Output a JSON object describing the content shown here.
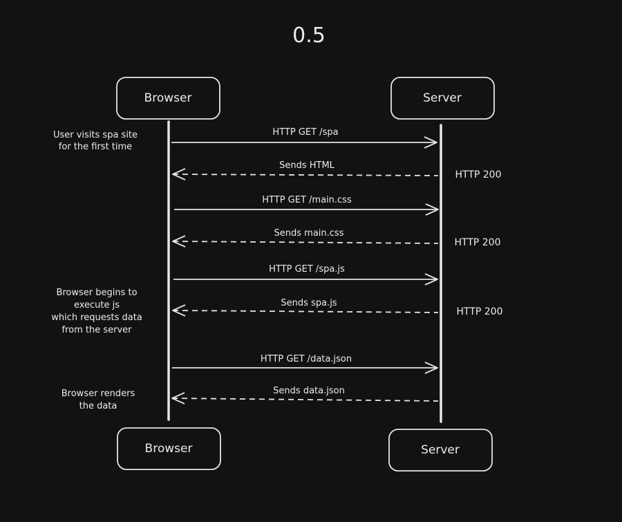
{
  "title": "0.5",
  "participants": {
    "browser": "Browser",
    "server": "Server"
  },
  "messages": [
    {
      "label": "HTTP GET /spa",
      "from": "browser",
      "to": "server",
      "dashed": false
    },
    {
      "label": "Sends HTML",
      "from": "server",
      "to": "browser",
      "dashed": true,
      "status": "HTTP 200"
    },
    {
      "label": "HTTP GET /main.css",
      "from": "browser",
      "to": "server",
      "dashed": false
    },
    {
      "label": "Sends main.css",
      "from": "server",
      "to": "browser",
      "dashed": true,
      "status": "HTTP 200"
    },
    {
      "label": "HTTP GET /spa.js",
      "from": "browser",
      "to": "server",
      "dashed": false
    },
    {
      "label": "Sends spa.js",
      "from": "server",
      "to": "browser",
      "dashed": true,
      "status": "HTTP 200"
    },
    {
      "label": "HTTP GET /data.json",
      "from": "browser",
      "to": "server",
      "dashed": false
    },
    {
      "label": "Sends data.json",
      "from": "server",
      "to": "browser",
      "dashed": true
    }
  ],
  "notes": [
    {
      "lines": [
        "User visits spa site",
        "for the first time"
      ]
    },
    {
      "lines": [
        "Browser begins to",
        "execute js",
        "which requests data",
        "from the server"
      ]
    },
    {
      "lines": [
        "Browser renders",
        "the data"
      ]
    }
  ],
  "colors": {
    "background": "#121212",
    "stroke": "#e6e6e6",
    "text": "#ececec"
  }
}
